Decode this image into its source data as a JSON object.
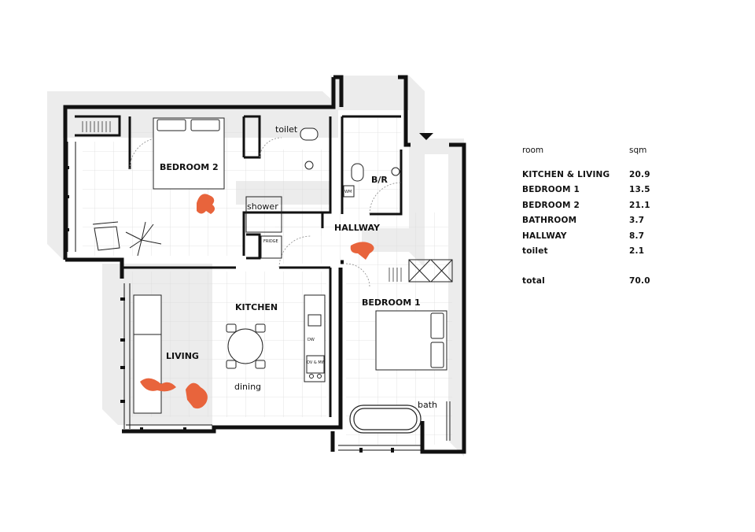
{
  "colors": {
    "wall": "#111111",
    "shadow": "#ececec",
    "figure": "#e8643c",
    "tile": "#d9d9d9",
    "line": "#9a9a9a"
  },
  "plan": {
    "rooms": {
      "bedroom2": "BEDROOM 2",
      "toilet": "toilet",
      "shower": "shower",
      "br": "B/R",
      "hallway": "HALLWAY",
      "kitchen": "KITCHEN",
      "living": "LIVING",
      "dining": "dining",
      "bedroom1": "BEDROOM 1",
      "bath": "bath"
    },
    "fixtures": {
      "wm": "WM",
      "fridge": "FRIDGE",
      "dw": "DW",
      "ov": "OV & MW"
    },
    "icons": [
      "north-arrow-icon",
      "plant-icon",
      "armchair-icon",
      "bathtub-icon",
      "toilet-icon",
      "sink-icon",
      "person-figure-icon"
    ]
  },
  "area_table": {
    "header": {
      "room": "room",
      "sqm": "sqm"
    },
    "rows": [
      {
        "room": "KITCHEN & LIVING",
        "sqm": "20.9"
      },
      {
        "room": "BEDROOM 1",
        "sqm": "13.5"
      },
      {
        "room": "BEDROOM 2",
        "sqm": "21.1"
      },
      {
        "room": "BATHROOM",
        "sqm": "3.7"
      },
      {
        "room": "HALLWAY",
        "sqm": "8.7"
      },
      {
        "room": "toilet",
        "sqm": "2.1"
      }
    ],
    "total": {
      "room": "total",
      "sqm": "70.0"
    }
  }
}
